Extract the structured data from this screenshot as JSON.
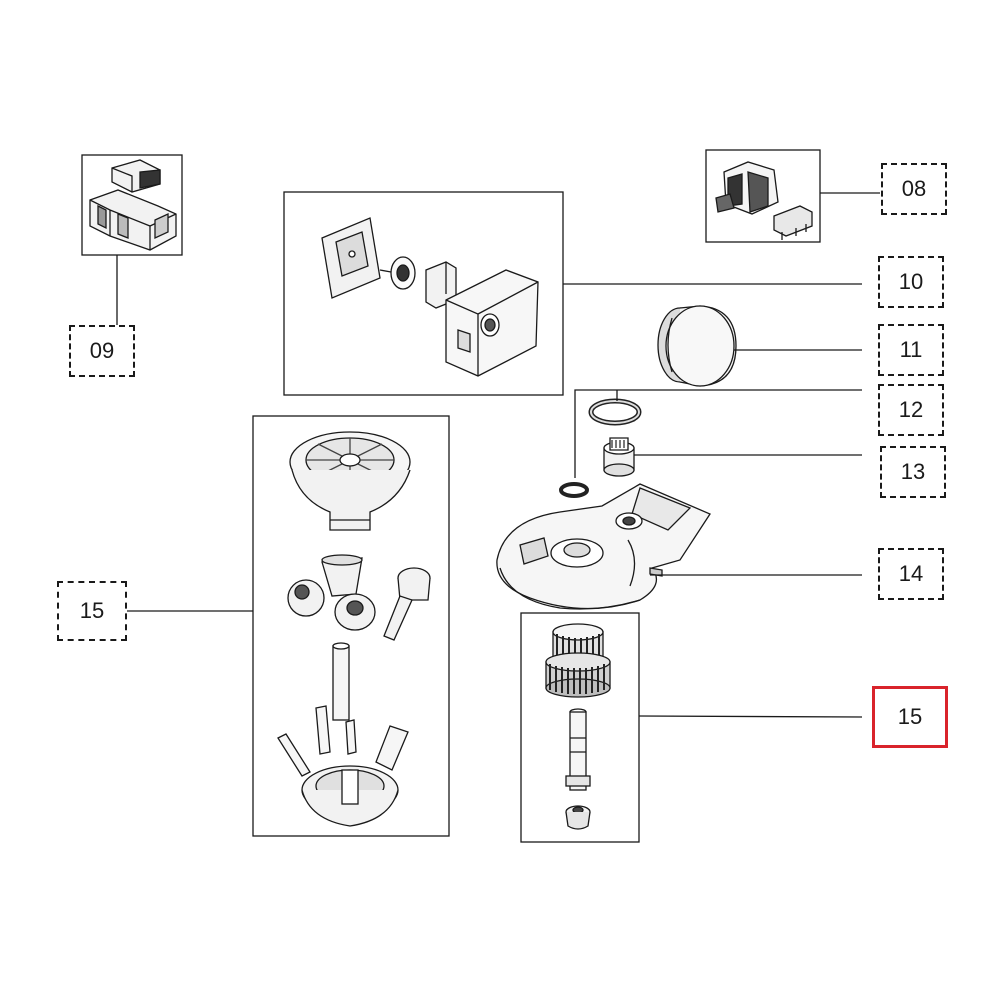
{
  "colors": {
    "line": "#1a1a1a",
    "part_fill": "#efefef",
    "part_shade": "#bdbdbd",
    "part_dark": "#4a4a4a",
    "highlight": "#d9232b"
  },
  "labels": {
    "l08": "08",
    "l09": "09",
    "l10": "10",
    "l11": "11",
    "l12": "12",
    "l13": "13",
    "l14": "14",
    "l15_left": "15",
    "l15_right": "15"
  },
  "selected_label": "l15_right"
}
